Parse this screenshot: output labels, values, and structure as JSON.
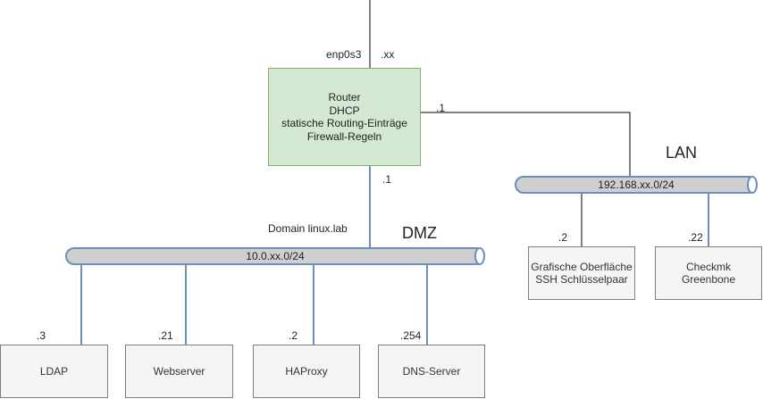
{
  "uplink": {
    "interface": "enp0s3",
    "address": ".xx"
  },
  "router": {
    "lines": [
      "Router",
      "DHCP",
      "statische Routing-Einträge",
      "Firewall-Regeln"
    ],
    "lan_port": ".1",
    "dmz_port": ".1"
  },
  "lan": {
    "title": "LAN",
    "subnet": "192.168.xx.0/24",
    "hosts": [
      {
        "addr": ".2",
        "lines": [
          "Grafische Oberfläche",
          "SSH Schlüsselpaar"
        ]
      },
      {
        "addr": ".22",
        "lines": [
          "Checkmk",
          "Greenbone"
        ]
      }
    ]
  },
  "dmz": {
    "title": "DMZ",
    "domain": "Domain linux.lab",
    "subnet": "10.0.xx.0/24",
    "hosts": [
      {
        "addr": ".3",
        "label": "LDAP"
      },
      {
        "addr": ".21",
        "label": "Webserver"
      },
      {
        "addr": ".2",
        "label": "HAProxy"
      },
      {
        "addr": ".254",
        "label": "DNS-Server"
      }
    ]
  },
  "colors": {
    "router_fill": "#d5e8d4",
    "router_stroke": "#82b366",
    "bus_fill": "#cfcfcf",
    "bus_stroke": "#6c8ebf",
    "link_blue": "#6c8ebf",
    "link_black": "#000000",
    "host_fill": "#f5f5f5"
  }
}
